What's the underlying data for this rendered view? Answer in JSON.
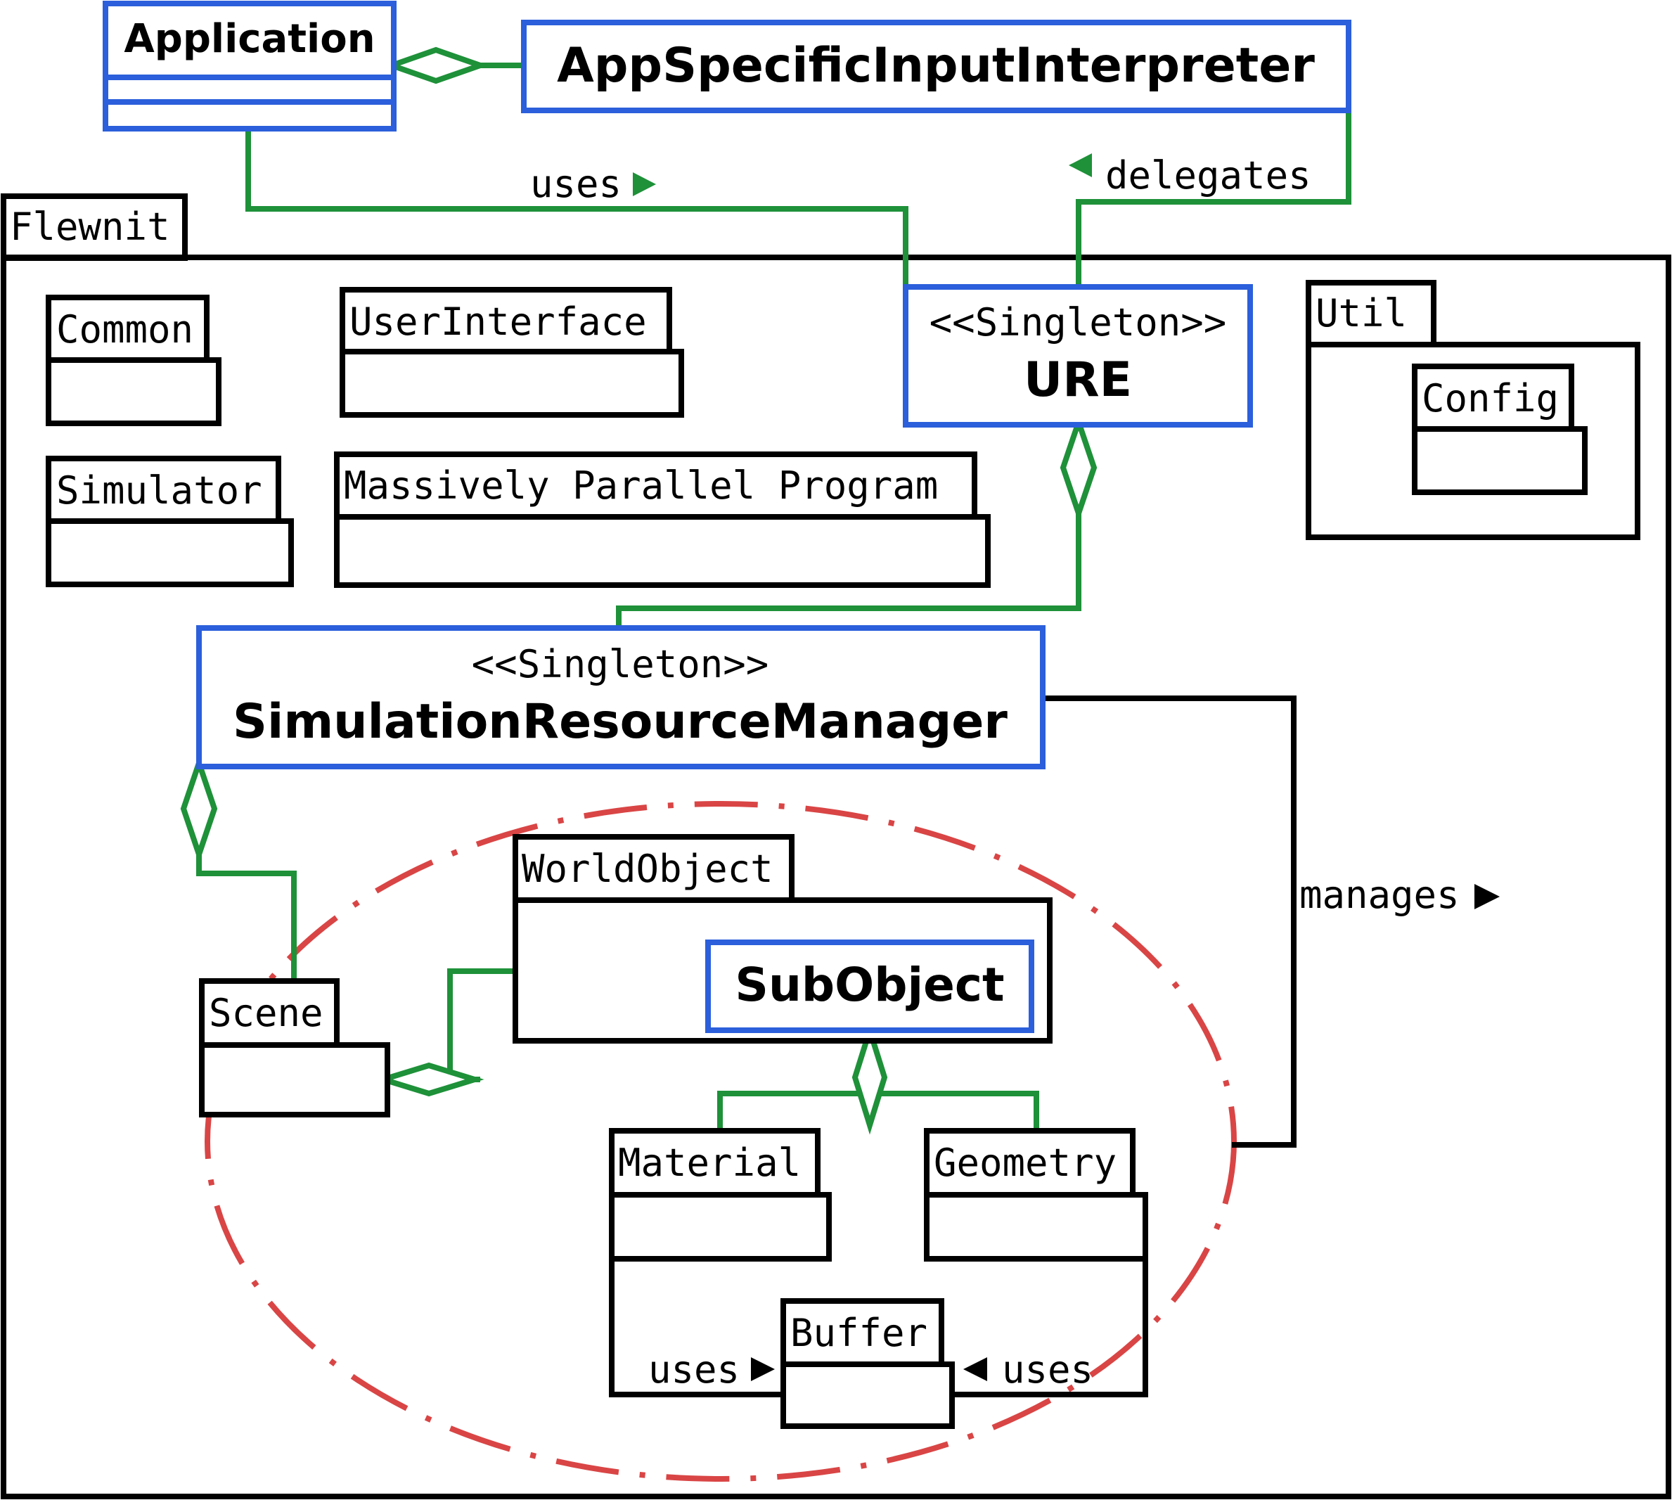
{
  "colors": {
    "class_border": "#2b5fdb",
    "package_border": "#000000",
    "association": "#1e9139",
    "group_ellipse": "#d94545",
    "text": "#000000"
  },
  "classes": {
    "application": {
      "name": "Application"
    },
    "app_specific": {
      "name": "AppSpecificInputInterpreter"
    },
    "ure": {
      "stereotype": "<<Singleton>>",
      "name": "URE"
    },
    "srm": {
      "stereotype": "<<Singleton>>",
      "name": "SimulationResourceManager"
    },
    "subobject": {
      "name": "SubObject"
    }
  },
  "packages": {
    "flewnit": "Flewnit",
    "common": "Common",
    "user_interface": "UserInterface",
    "util": "Util",
    "config": "Config",
    "simulator": "Simulator",
    "mpp": "Massively Parallel Program",
    "world_object": "WorldObject",
    "scene": "Scene",
    "material": "Material",
    "geometry": "Geometry",
    "buffer": "Buffer"
  },
  "relations": {
    "app_uses_ure": "uses",
    "ure_delegates": "delegates",
    "srm_manages": "manages",
    "material_uses_buffer": "uses",
    "geometry_uses_buffer": "uses"
  },
  "icons": {
    "arrow_right": "triangle-right-icon",
    "arrow_left": "triangle-left-icon",
    "aggregation": "hollow-diamond-icon"
  }
}
